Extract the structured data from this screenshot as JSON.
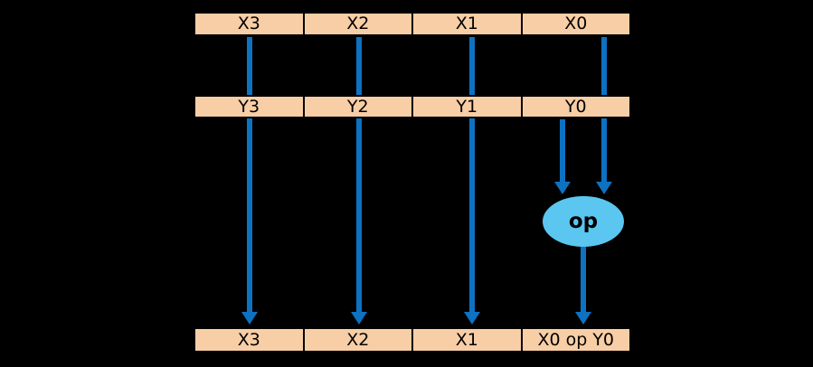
{
  "diagram": {
    "rows": [
      {
        "id": "x",
        "cells": [
          "X3",
          "X2",
          "X1",
          "X0"
        ]
      },
      {
        "id": "y",
        "cells": [
          "Y3",
          "Y2",
          "Y1",
          "Y0"
        ]
      },
      {
        "id": "result",
        "cells": [
          "X3",
          "X2",
          "X1",
          "X0 op Y0"
        ]
      }
    ],
    "operator_label": "op"
  },
  "colors": {
    "background": "#000000",
    "register_fill": "#F8CEA6",
    "register_border": "#000000",
    "register_text": "#000000",
    "arrow": "#0D72C2",
    "op_fill": "#5BC6F0",
    "op_text": "#000000"
  }
}
